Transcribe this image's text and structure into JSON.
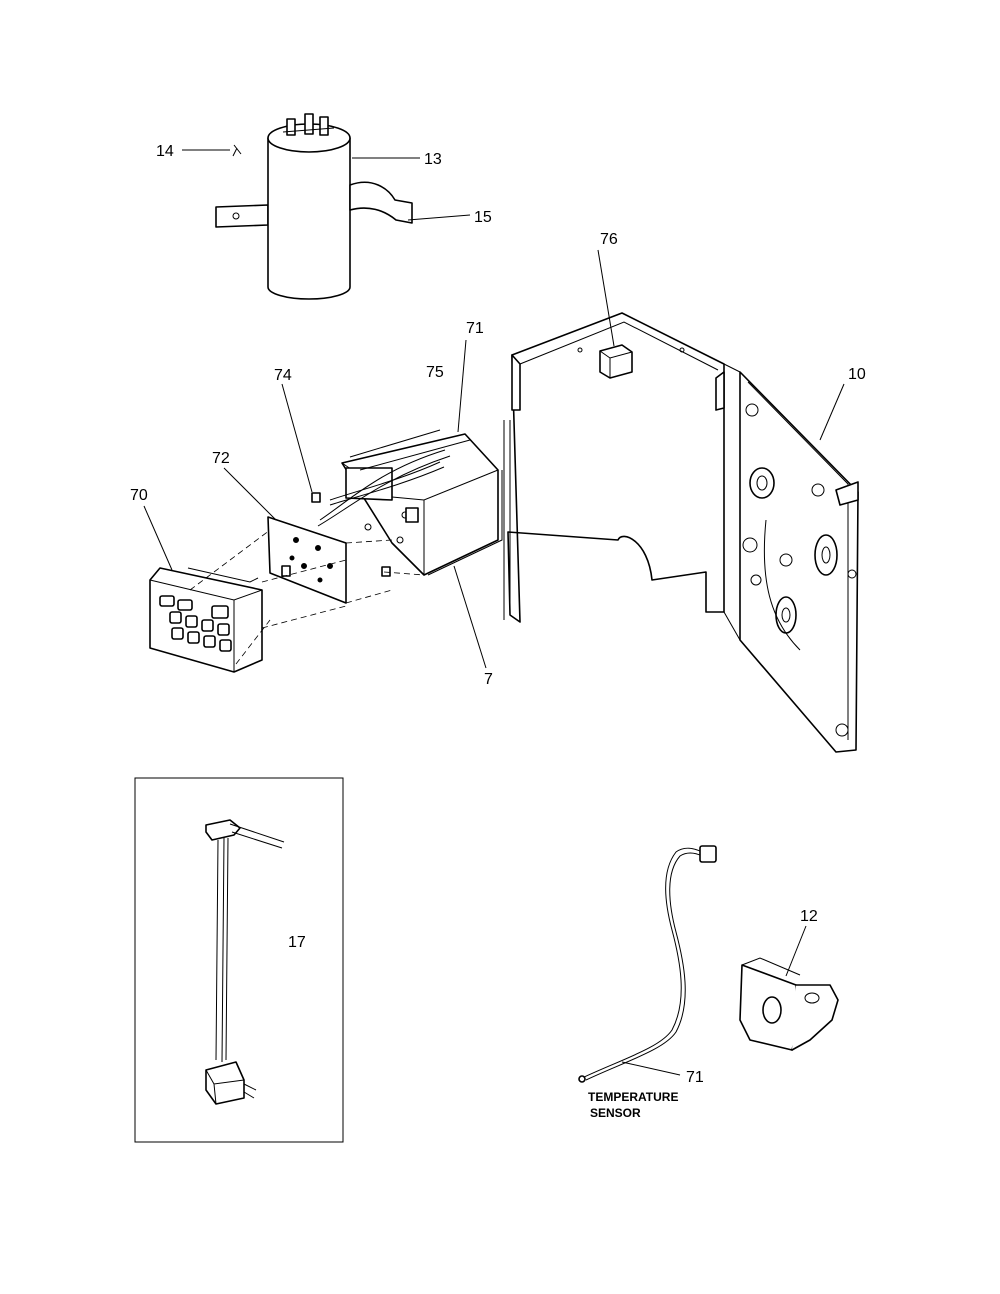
{
  "callouts": {
    "c14": "14",
    "c13": "13",
    "c15": "15",
    "c76": "76",
    "c71_top": "71",
    "c75": "75",
    "c74": "74",
    "c72": "72",
    "c70": "70",
    "c10": "10",
    "c7": "7",
    "c17": "17",
    "c12": "12",
    "c71_sensor": "71"
  },
  "sensor_caption": {
    "line1": "TEMPERATURE",
    "line2": "SENSOR"
  }
}
